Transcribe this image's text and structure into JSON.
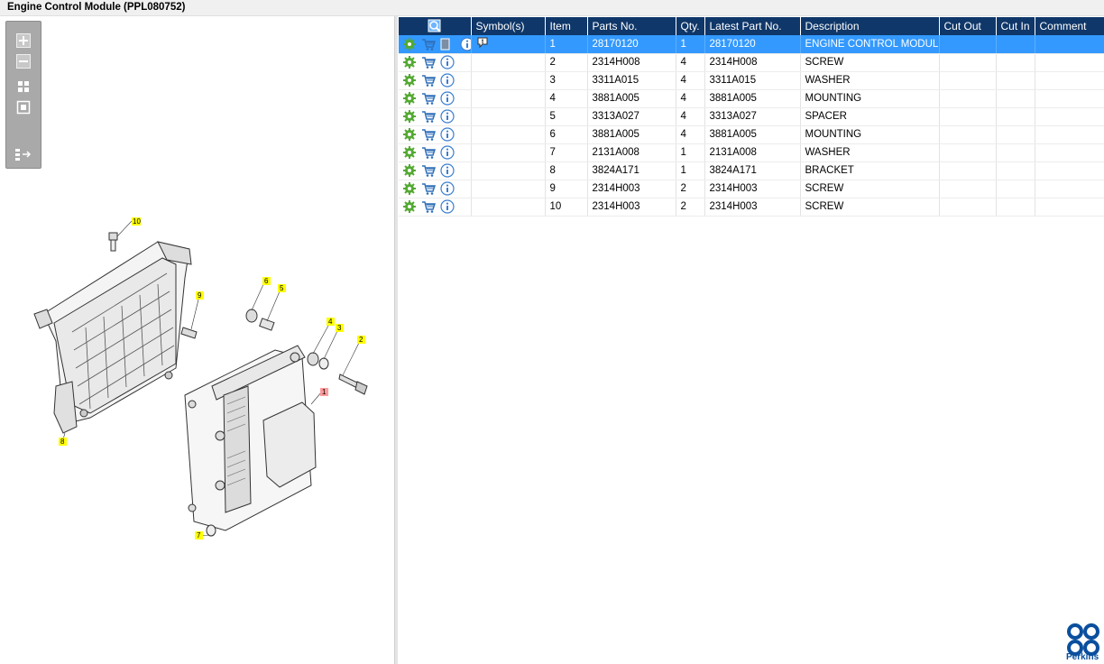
{
  "window": {
    "title": "Engine Control Module (PPL080752)"
  },
  "toolbox": {
    "buttons": [
      {
        "name": "zoom-in-icon"
      },
      {
        "name": "zoom-out-icon"
      },
      {
        "name": "fit-all-icon"
      },
      {
        "name": "fit-window-icon"
      },
      {
        "name": "toggle-layout-icon"
      }
    ]
  },
  "drawing": {
    "callouts": [
      "10",
      "9",
      "6",
      "5",
      "4",
      "3",
      "2",
      "1",
      "8",
      "7"
    ]
  },
  "table": {
    "columns": [
      "",
      "Symbol(s)",
      "Item",
      "Parts No.",
      "Qty.",
      "Latest Part No.",
      "Description",
      "Cut Out",
      "Cut In",
      "Comment"
    ],
    "rows": [
      {
        "item": "1",
        "part_no": "28170120",
        "qty": "1",
        "latest": "28170120",
        "desc": "ENGINE CONTROL MODULE",
        "cut_out": "",
        "cut_in": "",
        "comment": "",
        "selected": true
      },
      {
        "item": "2",
        "part_no": "2314H008",
        "qty": "4",
        "latest": "2314H008",
        "desc": "SCREW",
        "cut_out": "",
        "cut_in": "",
        "comment": ""
      },
      {
        "item": "3",
        "part_no": "3311A015",
        "qty": "4",
        "latest": "3311A015",
        "desc": "WASHER",
        "cut_out": "",
        "cut_in": "",
        "comment": ""
      },
      {
        "item": "4",
        "part_no": "3881A005",
        "qty": "4",
        "latest": "3881A005",
        "desc": "MOUNTING",
        "cut_out": "",
        "cut_in": "",
        "comment": ""
      },
      {
        "item": "5",
        "part_no": "3313A027",
        "qty": "4",
        "latest": "3313A027",
        "desc": "SPACER",
        "cut_out": "",
        "cut_in": "",
        "comment": ""
      },
      {
        "item": "6",
        "part_no": "3881A005",
        "qty": "4",
        "latest": "3881A005",
        "desc": "MOUNTING",
        "cut_out": "",
        "cut_in": "",
        "comment": ""
      },
      {
        "item": "7",
        "part_no": "2131A008",
        "qty": "1",
        "latest": "2131A008",
        "desc": "WASHER",
        "cut_out": "",
        "cut_in": "",
        "comment": ""
      },
      {
        "item": "8",
        "part_no": "3824A171",
        "qty": "1",
        "latest": "3824A171",
        "desc": "BRACKET",
        "cut_out": "",
        "cut_in": "",
        "comment": ""
      },
      {
        "item": "9",
        "part_no": "2314H003",
        "qty": "2",
        "latest": "2314H003",
        "desc": "SCREW",
        "cut_out": "",
        "cut_in": "",
        "comment": ""
      },
      {
        "item": "10",
        "part_no": "2314H003",
        "qty": "2",
        "latest": "2314H003",
        "desc": "SCREW",
        "cut_out": "",
        "cut_in": "",
        "comment": ""
      }
    ]
  },
  "brand": {
    "name": "Perkins",
    "color": "#0a4f9e"
  },
  "colors": {
    "header": "#0f3769",
    "selected": "#3399ff",
    "callout": "#ffff00",
    "callout_selected": "#ff9b9b"
  }
}
